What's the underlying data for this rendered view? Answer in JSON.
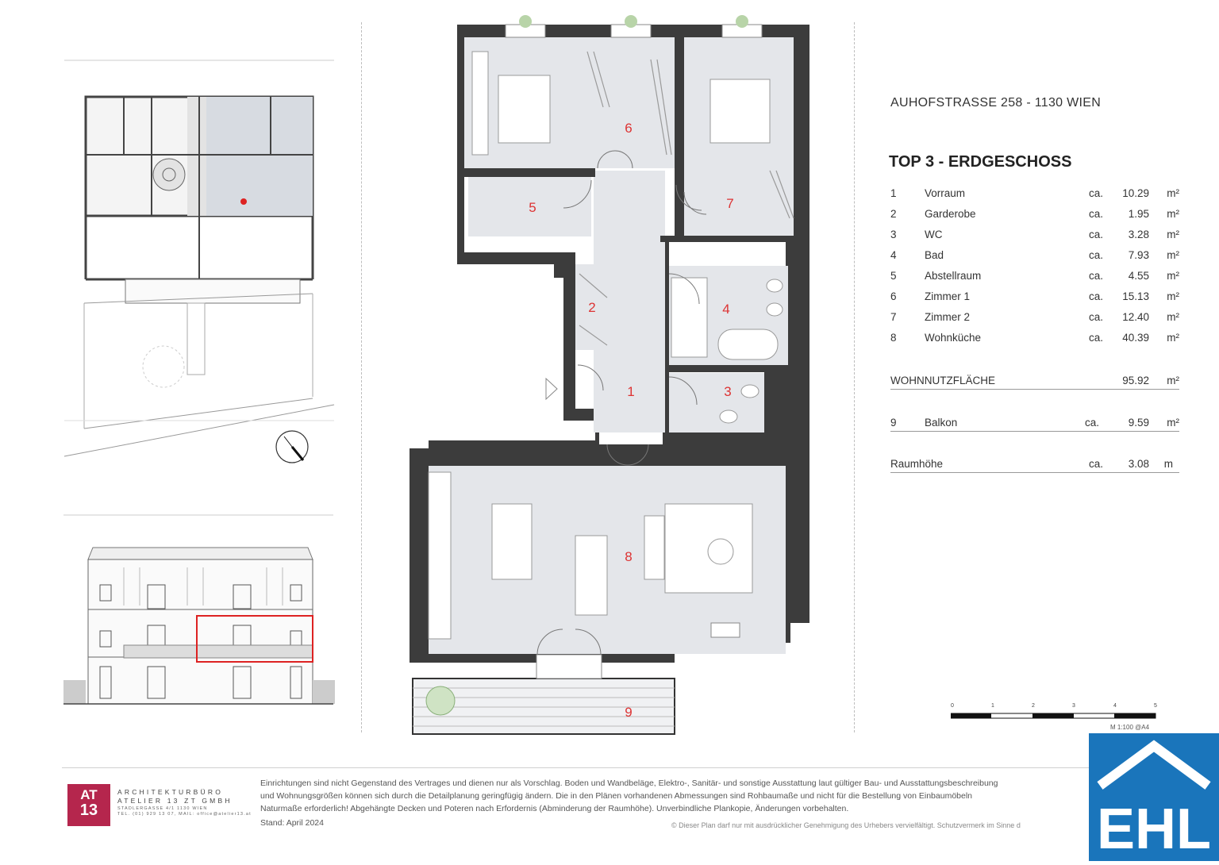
{
  "header": {
    "address": "AUHOFSTRASSE 258 - 1130 WIEN",
    "unit_title": "TOP 3  - ERDGESCHOSS"
  },
  "rooms": [
    {
      "num": "1",
      "name": "Vorraum",
      "ca": "ca.",
      "area": "10.29",
      "unit": "m²"
    },
    {
      "num": "2",
      "name": "Garderobe",
      "ca": "ca.",
      "area": "1.95",
      "unit": "m²"
    },
    {
      "num": "3",
      "name": "WC",
      "ca": "ca.",
      "area": "3.28",
      "unit": "m²"
    },
    {
      "num": "4",
      "name": "Bad",
      "ca": "ca.",
      "area": "7.93",
      "unit": "m²"
    },
    {
      "num": "5",
      "name": "Abstellraum",
      "ca": "ca.",
      "area": "4.55",
      "unit": "m²"
    },
    {
      "num": "6",
      "name": "Zimmer 1",
      "ca": "ca.",
      "area": "15.13",
      "unit": "m²"
    },
    {
      "num": "7",
      "name": "Zimmer 2",
      "ca": "ca.",
      "area": "12.40",
      "unit": "m²"
    },
    {
      "num": "8",
      "name": "Wohnküche",
      "ca": "ca.",
      "area": "40.39",
      "unit": "m²"
    }
  ],
  "total": {
    "label": "WOHNNUTZFLÄCHE",
    "area": "95.92",
    "unit": "m²"
  },
  "balcony": {
    "num": "9",
    "name": "Balkon",
    "ca": "ca.",
    "area": "9.59",
    "unit": "m²"
  },
  "height": {
    "label": "Raumhöhe",
    "ca": "ca.",
    "value": "3.08",
    "unit": "m"
  },
  "plan_labels": [
    "1",
    "2",
    "3",
    "4",
    "5",
    "6",
    "7",
    "8",
    "9"
  ],
  "scale": {
    "ticks": [
      "0",
      "1",
      "2",
      "3",
      "4",
      "5"
    ],
    "label": "M 1:100 @A4"
  },
  "footer": {
    "disclaimer_1": "Einrichtungen sind nicht Gegenstand des Vertrages und dienen nur als Vorschlag. Boden und Wandbeläge, Elektro-, Sanitär- und sonstige Ausstattung laut gültiger Bau- und Ausstattungsbeschreibung",
    "disclaimer_2": "und Wohnungsgrößen können sich durch die Detailplanung geringfügig ändern. Die in den Plänen vorhandenen Abmessungen sind Rohbaumaße und nicht für die Bestellung von Einbaumöbeln",
    "disclaimer_3": "Naturmaße erforderlich! Abgehängte Decken und Poteren nach Erfordernis (Abminderung der Raumhöhe). Unverbindliche Plankopie, Änderungen vorbehalten.",
    "stand": "Stand: April 2024",
    "copyright": "© Dieser Plan darf nur mit ausdrücklicher Genehmigung des Urhebers vervielfältigt. Schutzvermerk im Sinne d"
  },
  "architect": {
    "logo_line1": "AT",
    "logo_line2": "13",
    "name_line1": "ARCHITEKTURBÜRO",
    "name_line2": "ATELIER 13 ZT GMBH",
    "address_line1": "STADLERGASSE 4/1 1130 WIEN",
    "address_line2": "TEL. (01) 929 13 07, MAIL: office@atelier13.at"
  },
  "brand": {
    "logo_text": "EHL",
    "color": "#1a75bb"
  },
  "colors": {
    "accent_red": "#dd2222",
    "wall": "#3c3c3c",
    "floor": "#e4e6ea"
  }
}
